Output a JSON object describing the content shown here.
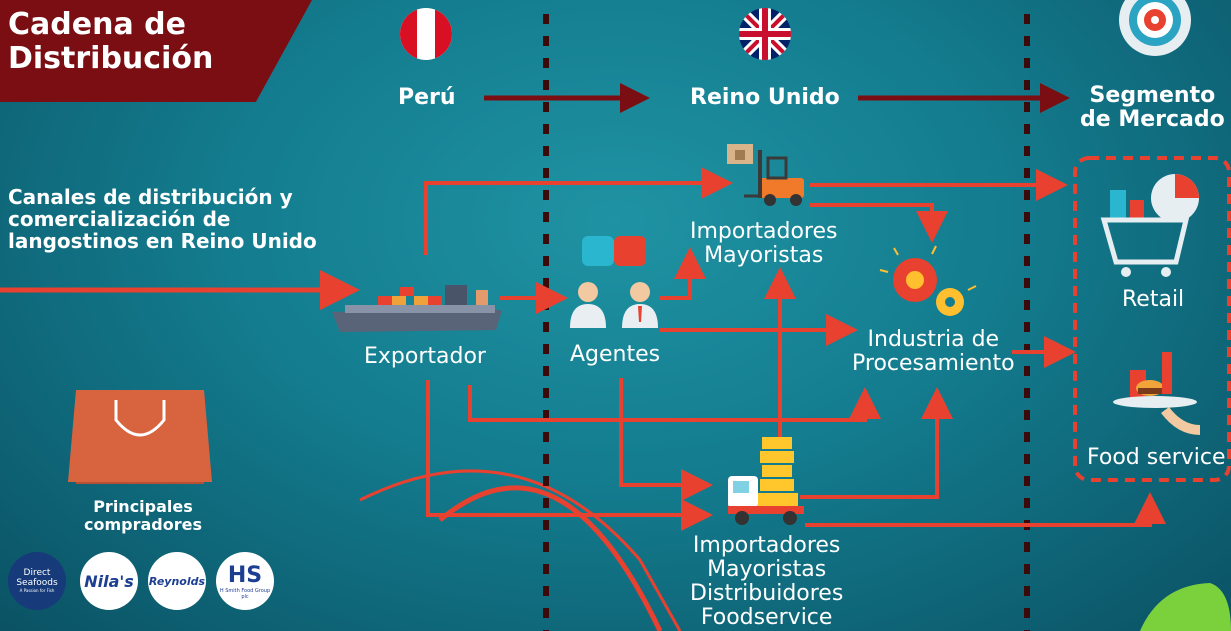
{
  "title": "Cadena de Distribución",
  "title_line1": "Cadena de",
  "title_line2": "Distribución",
  "countries": {
    "peru": "Perú",
    "uk": "Reino Unido",
    "segment_line1": "Segmento",
    "segment_line2": "de Mercado"
  },
  "channels_text": [
    "Canales de distribución y",
    "comercialización de",
    "langostinos en Reino Unido"
  ],
  "nodes": {
    "exportador": "Exportador",
    "agentes": "Agentes",
    "importadores_mayoristas": [
      "Importadores",
      "Mayoristas"
    ],
    "industria": [
      "Industria de",
      "Procesamiento"
    ],
    "importadores_distribuidores": [
      "Importadores",
      "Mayoristas",
      "Distribuidores",
      "Foodservice"
    ],
    "retail": "Retail",
    "food_service": "Food service"
  },
  "buyers": {
    "label": [
      "Principales",
      "compradores"
    ],
    "logos": [
      "Direct Seafoods",
      "Nila's",
      "Reynolds",
      "HS"
    ],
    "logo_sub": {
      "direct": "A Passion for Fish",
      "hs": "H Smith Food Group plc"
    }
  },
  "colors": {
    "arrow_red": "#e8412f",
    "dark_red": "#7a0e12",
    "dotted_line": "#3b0b0b",
    "bg": "#137c8e"
  },
  "icons": [
    "peru-flag-icon",
    "uk-flag-icon",
    "target-icon",
    "ship-icon",
    "agents-icon",
    "forklift-icon",
    "gears-icon",
    "delivery-truck-icon",
    "shopping-cart-icon",
    "food-tray-icon",
    "shopping-bag-icon"
  ]
}
